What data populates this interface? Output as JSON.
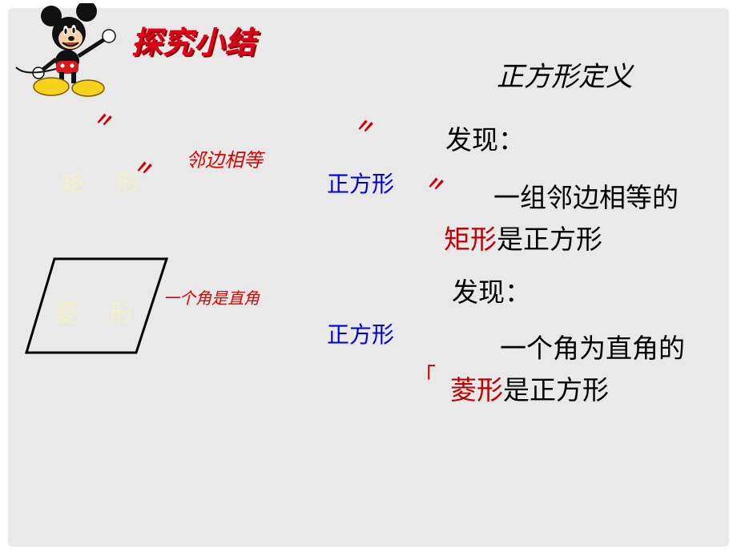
{
  "slide": {
    "title": "探究小结",
    "definition": "正方形定义",
    "rectangle_label": "矩  形",
    "rhombus_label": "菱  形",
    "condition_adjacent": "邻边相等",
    "condition_right_angle": "一个角是直角",
    "square_label_1": "正方形",
    "square_label_2": "正方形",
    "find_label_1": "发现：",
    "find_label_2": "发现：",
    "result_1_line1": "一组邻边相等的",
    "result_1_shape": "矩形",
    "result_1_tail": "是正方形",
    "result_2_line1": "一个角为直角的",
    "result_2_shape": "菱形",
    "result_2_tail": "是正方形",
    "mark_symbol": "〃",
    "angle_symbol": "「"
  },
  "colors": {
    "title": "#e0001a",
    "condition": "#e00000",
    "square": "#0000d8",
    "shape_name": "#c00000",
    "faded_label": "#f4f1c8",
    "background": "#e9e9e9"
  },
  "icons": [
    "mickey-mouse-clipart-icon"
  ]
}
